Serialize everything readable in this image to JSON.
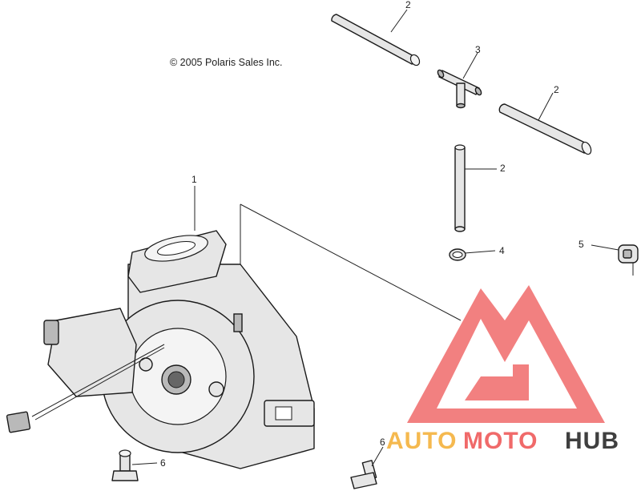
{
  "copyright": "© 2005 Polaris Sales Inc.",
  "callouts": {
    "c1": "1",
    "c2a": "2",
    "c2b": "2",
    "c2c": "2",
    "c3": "3",
    "c4": "4",
    "c5": "5",
    "c6a": "6",
    "c6b": "6"
  },
  "watermark": {
    "word_auto": "AUTO",
    "word_moto": "MOTO",
    "word_hub": "HUB"
  },
  "colors": {
    "watermark_red": "#f06a6a",
    "watermark_orange": "#f5b94f",
    "watermark_gray": "#3f3f3f",
    "line": "#1a1a1a"
  }
}
